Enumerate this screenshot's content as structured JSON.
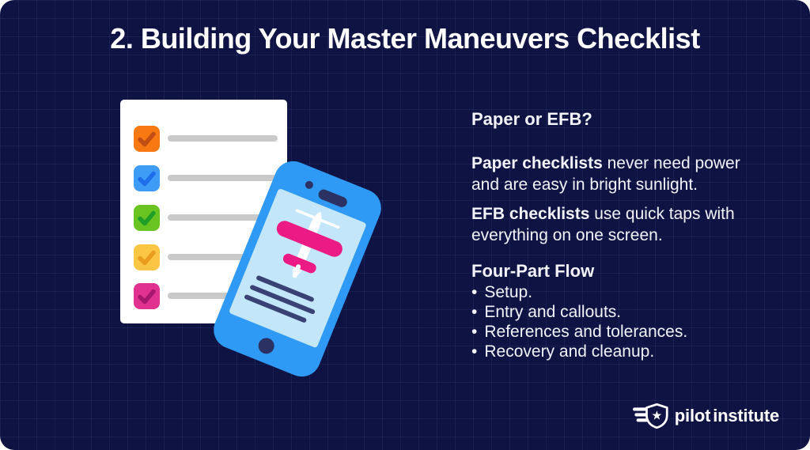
{
  "title": "2. Building Your Master Maneuvers Checklist",
  "theme": {
    "card_bg": "#0E1343",
    "title_color": "#FFFFFF",
    "text_color": "#F2F3F8"
  },
  "illustration": {
    "paper_color": "#FFFFFF",
    "paper_line_color": "#C9C9C9",
    "checklist_rows": [
      {
        "name": "orange",
        "box": "#F87911",
        "check": "#C14E14"
      },
      {
        "name": "blue",
        "box": "#3E9CF6",
        "check": "#1D6EE8"
      },
      {
        "name": "green",
        "box": "#69C421",
        "check": "#1F9E28"
      },
      {
        "name": "yellow",
        "box": "#FAC644",
        "check": "#E99C1E"
      },
      {
        "name": "pink",
        "box": "#E1328F",
        "check": "#A8176E"
      }
    ],
    "phone": {
      "body_color": "#2F9AF5",
      "screen_color": "#C4E6FA",
      "accent_color": "#2B3263",
      "screen_line_color": "#3A4275",
      "plane_color": "#EC1A85"
    }
  },
  "content": {
    "question_heading": "Paper or EFB?",
    "paragraphs": [
      {
        "lead": "Paper checklists",
        "rest_line1": " never need power",
        "line2": "and are easy in bright sunlight."
      },
      {
        "lead": "EFB checklists",
        "rest_line1": " use quick taps with",
        "line2": "everything on one screen."
      }
    ],
    "flow_heading": "Four-Part Flow",
    "bullet_char": "•",
    "bullets": [
      "Setup.",
      "Entry and callouts.",
      "References and tolerances.",
      "Recovery and cleanup."
    ]
  },
  "footer": {
    "brand_part1": "pilot",
    "brand_part2": "institute"
  }
}
